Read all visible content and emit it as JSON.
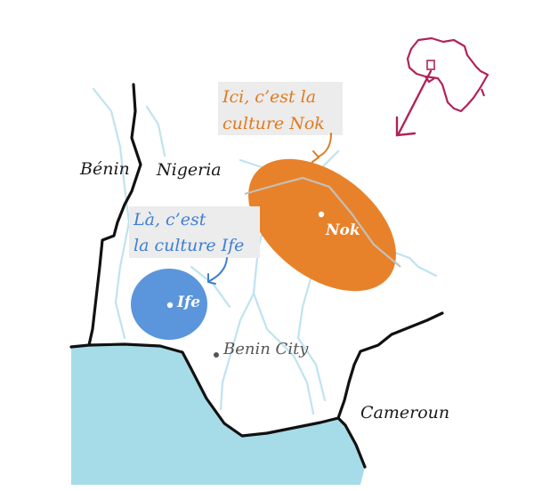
{
  "map": {
    "labels": {
      "benin": "Bénin",
      "nigeria": "Nigeria",
      "benin_city": "Benin City",
      "cameroun": "Cameroun"
    },
    "nok": {
      "annotation_line1": "Ici,  c’est  la",
      "annotation_line2": "culture  Nok",
      "site_label": "Nok"
    },
    "ife": {
      "annotation_line1": "Là,  c’est",
      "annotation_line2": "la  culture  Ife",
      "site_label": "Ife"
    },
    "colors": {
      "sea": "#a6dce8",
      "rivers": "#bfe3f0",
      "borders": "#111111",
      "nok_zone": "#e8822a",
      "ife_zone": "#5b95dc",
      "africa_inset": "#b0235a",
      "label_box": "#ececec"
    },
    "icons": [
      "africa-outline-icon",
      "locator-arrow-icon"
    ]
  }
}
